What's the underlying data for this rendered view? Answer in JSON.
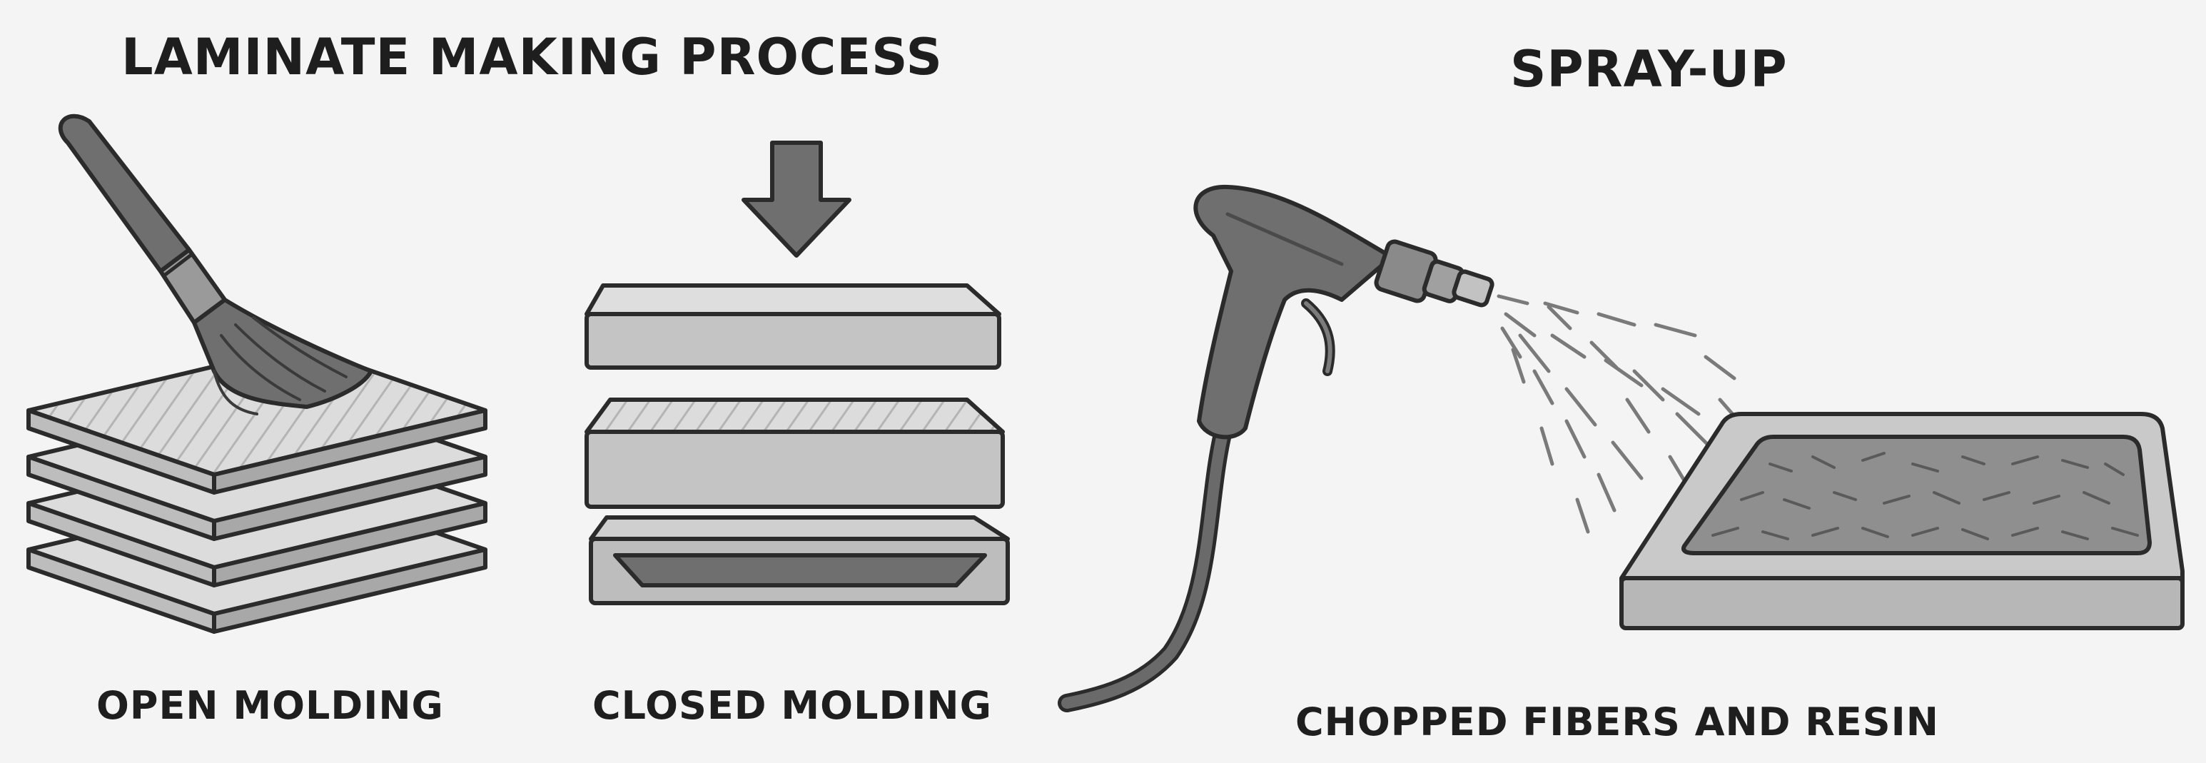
{
  "titles": {
    "main": "LAMINATE MAKING PROCESS",
    "spray": "SPRAY-UP"
  },
  "captions": {
    "open": "OPEN MOLDING",
    "closed": "CLOSED MOLDING",
    "chopped": "CHOPPED FIBERS AND RESIN"
  },
  "icons": [
    "paint-brush-icon",
    "down-arrow-icon",
    "spray-gun-icon"
  ],
  "colors": {
    "background": "#f4f4f4",
    "outline": "#2b2b2b",
    "panel": "#c7c7c7",
    "panel_top": "#dedede",
    "tool": "#6f6f6f",
    "fiber_bed": "#8f8f8f",
    "text": "#1e1e1e"
  }
}
